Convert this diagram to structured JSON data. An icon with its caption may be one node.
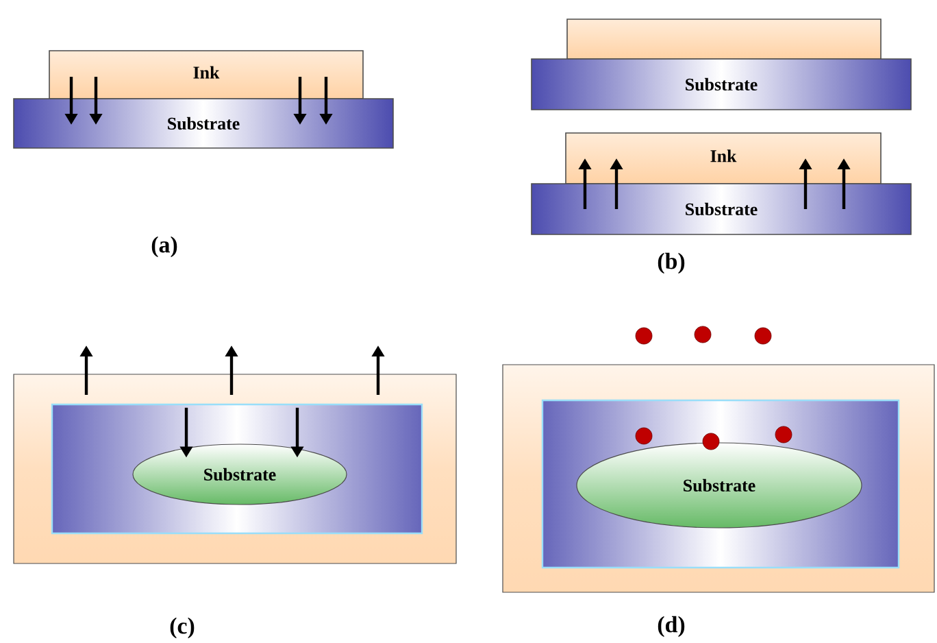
{
  "diagram": {
    "nodes": [
      {
        "text": [
          "Ink"
        ]
      },
      {
        "text": [
          "Substrate"
        ]
      },
      {
        "text": [],
        "shape": "box"
      },
      {
        "text": [
          "Substrate"
        ]
      },
      {
        "text": [
          "Ink"
        ]
      },
      {
        "text": [
          "Substrate"
        ]
      },
      {
        "text": [],
        "shape": "box"
      },
      {
        "text": [],
        "shape": "box",
        "in": 6
      },
      {
        "text": [
          "Substrate"
        ],
        "in": 7
      },
      {
        "text": [],
        "shape": "box"
      },
      {
        "text": [],
        "shape": "box",
        "in": 9
      },
      {
        "text": [
          "Substrate"
        ],
        "in": 10
      }
    ],
    "edges": [
      {
        "from": 0,
        "to": 1,
        "arrow": "to"
      },
      {
        "from": 0,
        "to": 1,
        "arrow": "to"
      },
      {
        "from": 0,
        "to": 1,
        "arrow": "to"
      },
      {
        "from": 0,
        "to": 1,
        "arrow": "to"
      },
      {
        "from": 5,
        "to": 4,
        "arrow": "to"
      },
      {
        "from": 5,
        "to": 4,
        "arrow": "to"
      },
      {
        "from": 5,
        "to": 4,
        "arrow": "to"
      },
      {
        "from": 5,
        "to": 4,
        "arrow": "to"
      },
      {
        "from": 7,
        "to": 8,
        "arrow": "to"
      },
      {
        "from": 7,
        "to": 8,
        "arrow": "to"
      }
    ],
    "labels": [
      "(a)",
      "(b)",
      "(c)",
      "(d)"
    ]
  }
}
